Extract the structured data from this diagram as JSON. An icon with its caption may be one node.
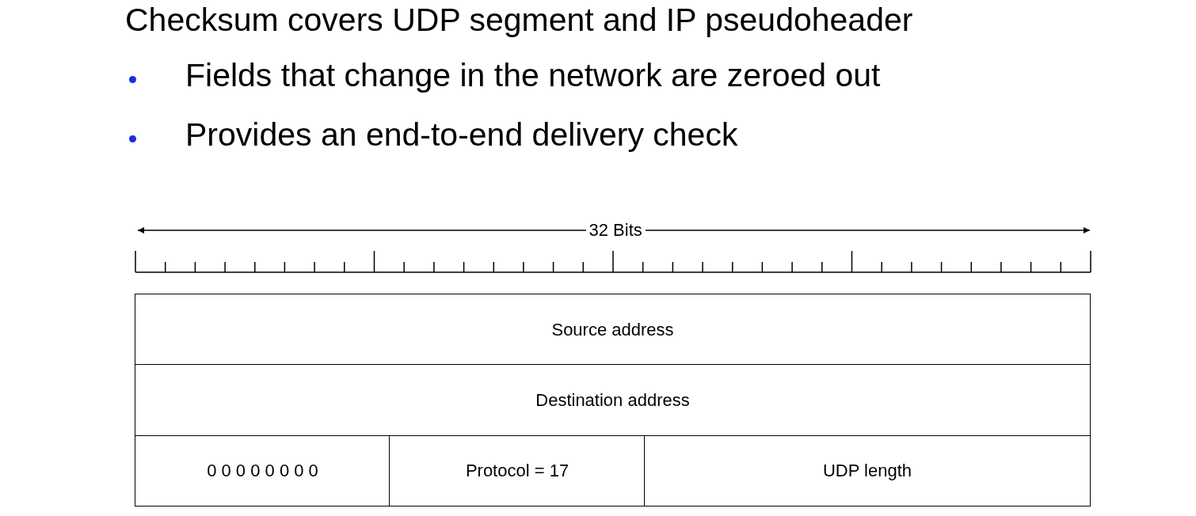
{
  "diagram": {
    "title": "Checksum covers UDP segment and IP pseudoheader",
    "nodes": [
      {
        "text": [
          "Source address"
        ]
      },
      {
        "text": [
          "Destination address"
        ]
      },
      {
        "text": [
          "0 0 0 0 0 0 0 0"
        ]
      },
      {
        "text": [
          "Protocol = 17"
        ]
      },
      {
        "text": [
          "UDP length"
        ]
      }
    ],
    "labels": [
      "Fields that change in the network are zeroed out",
      "Provides an end-to-end delivery check",
      "32 Bits"
    ]
  }
}
